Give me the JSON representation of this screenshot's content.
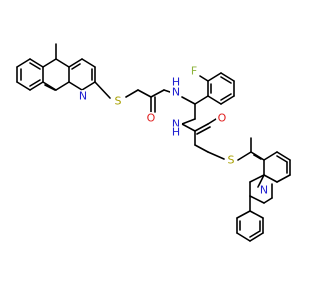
{
  "molecule": {
    "atoms": [
      {
        "label": "F",
        "color": "#8db33c"
      },
      {
        "label": "N",
        "color": "#2020d0"
      },
      {
        "label": "H",
        "color": "#2020d0"
      },
      {
        "label": "O",
        "color": "#e02020"
      },
      {
        "label": "S",
        "color": "#a8a000"
      },
      {
        "label": "N",
        "color": "#2020d0"
      },
      {
        "label": "N",
        "color": "#2020d0"
      },
      {
        "label": "H",
        "color": "#2020d0"
      },
      {
        "label": "O",
        "color": "#e02020"
      },
      {
        "label": "S",
        "color": "#a8a000"
      },
      {
        "label": "N",
        "color": "#2020d0"
      }
    ]
  }
}
